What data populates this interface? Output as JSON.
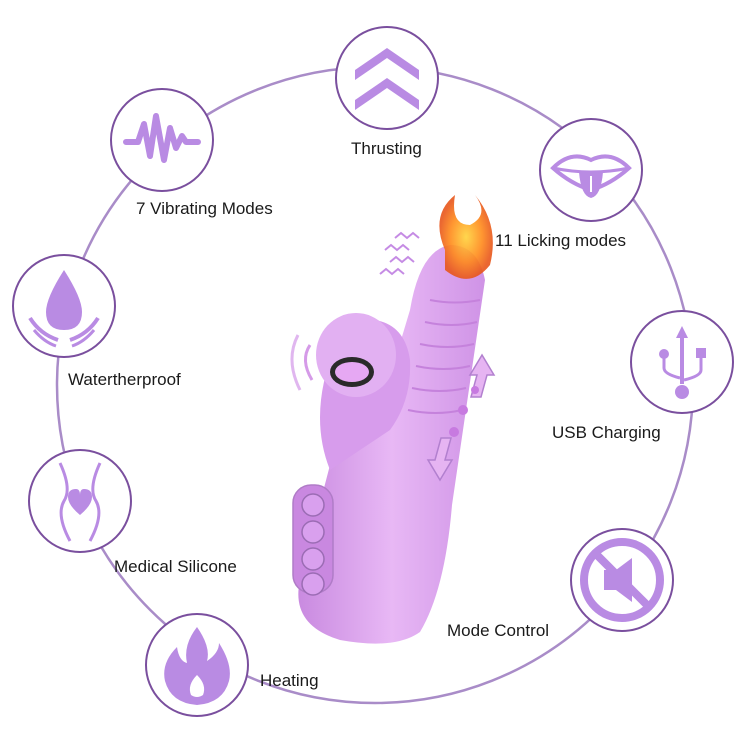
{
  "colors": {
    "ring": "#a98cc8",
    "badge_border": "#7a4f9e",
    "icon": "#b98be3",
    "product": "#dba4ee",
    "label_text": "#1a1a1a"
  },
  "features": {
    "thrusting": {
      "label": "Thrusting",
      "icon": "double-chevron-up-icon"
    },
    "licking": {
      "label": "11 Licking modes",
      "icon": "lips-tongue-icon"
    },
    "usb": {
      "label": "USB Charging",
      "icon": "usb-icon"
    },
    "mode_control": {
      "label": "Mode Control",
      "icon": "muted-speaker-icon"
    },
    "heating": {
      "label": "Heating",
      "icon": "flame-icon"
    },
    "silicone": {
      "label": "Medical Silicone",
      "icon": "heart-body-icon"
    },
    "waterproof": {
      "label": "Watertherproof",
      "icon": "water-drop-icon"
    },
    "vibrating": {
      "label": "7 Vibrating Modes",
      "icon": "vibration-wave-icon"
    }
  }
}
